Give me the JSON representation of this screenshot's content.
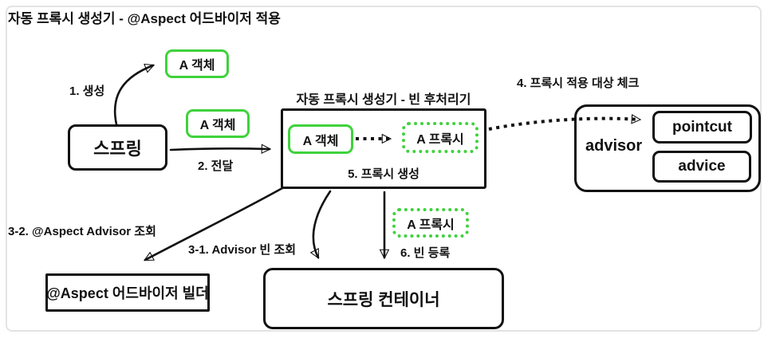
{
  "diagram": {
    "title": "자동 프록시 생성기 - @Aspect 어드바이저 적용",
    "colors": {
      "green_accent": "#3fd23c",
      "stroke": "#111111",
      "frame_border": "#e3e3e3"
    },
    "nodes": {
      "spring": "스프링",
      "a_object": "A 객체",
      "a_proxy": "A 프록시",
      "post_processor_title": "자동 프록시 생성기 - 빈 후처리기",
      "advisor": "advisor",
      "pointcut": "pointcut",
      "advice": "advice",
      "aspect_builder": "@Aspect 어드바이저 빌더",
      "spring_container": "스프링 컨테이너"
    },
    "labels": {
      "step1": "1. 생성",
      "step2": "2. 전달",
      "step3_1": "3-1. Advisor 빈 조회",
      "step3_2": "3-2. @Aspect Advisor 조회",
      "step4": "4. 프록시 적용 대상 체크",
      "step5": "5. 프록시 생성",
      "step6": "6. 빈 등록"
    }
  }
}
